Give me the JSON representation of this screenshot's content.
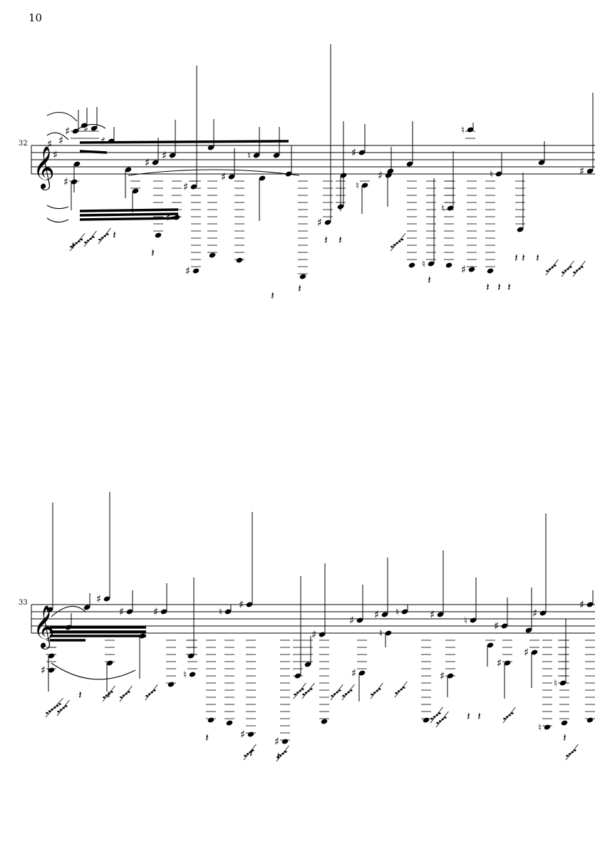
{
  "page": {
    "number": "10"
  },
  "systems": [
    {
      "measure_number": "32",
      "clef": "treble",
      "key_signature": "A major (3 sharps)",
      "key_sharps": 3
    },
    {
      "measure_number": "33",
      "clef": "treble",
      "key_signature": "C major",
      "key_sharps": 0
    }
  ],
  "colors": {
    "ink": "#000000",
    "paper": "#ffffff"
  }
}
